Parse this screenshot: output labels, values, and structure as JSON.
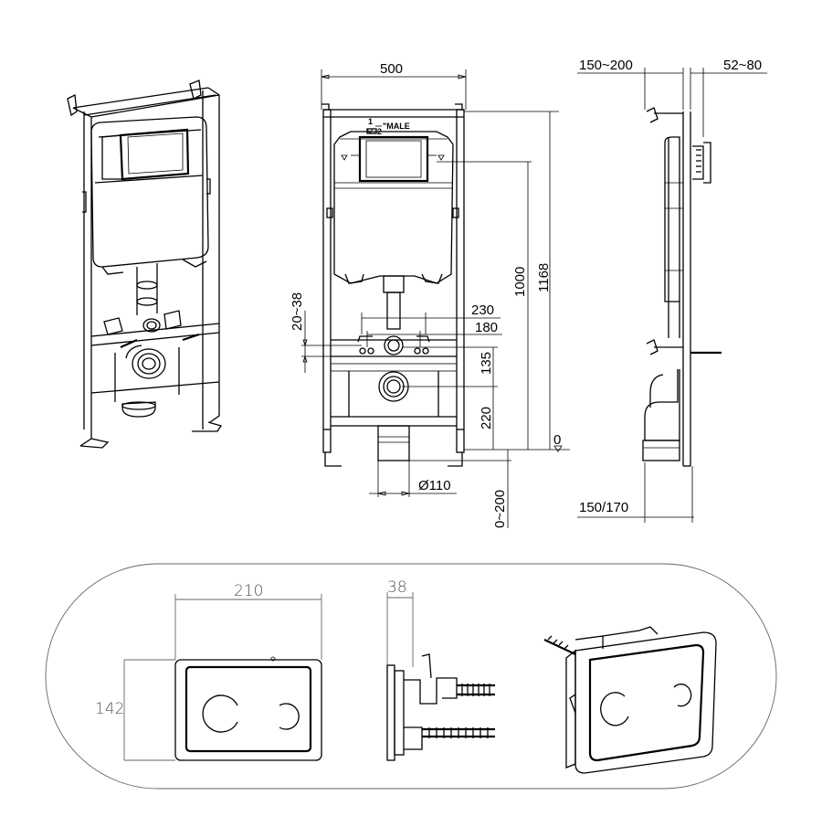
{
  "dimensions": {
    "front_width": "500",
    "top_total_height": "1168",
    "cistern_height": "1000",
    "bracket_width_230": "230",
    "bracket_width_180": "180",
    "range_20_38": "20~38",
    "height_135": "135",
    "height_220": "220",
    "zero_level": "0",
    "pipe_diameter": "Ø110",
    "range_0_200": "0~200",
    "side_depth_range": "150~200",
    "side_button_range": "52~80",
    "side_bottom_depth": "150/170",
    "plate_width": "210",
    "plate_height": "142",
    "plate_depth": "38"
  },
  "labels": {
    "inlet_fraction_top": "1",
    "inlet_fraction_bottom": "2",
    "inlet_male": "\"MALE"
  }
}
